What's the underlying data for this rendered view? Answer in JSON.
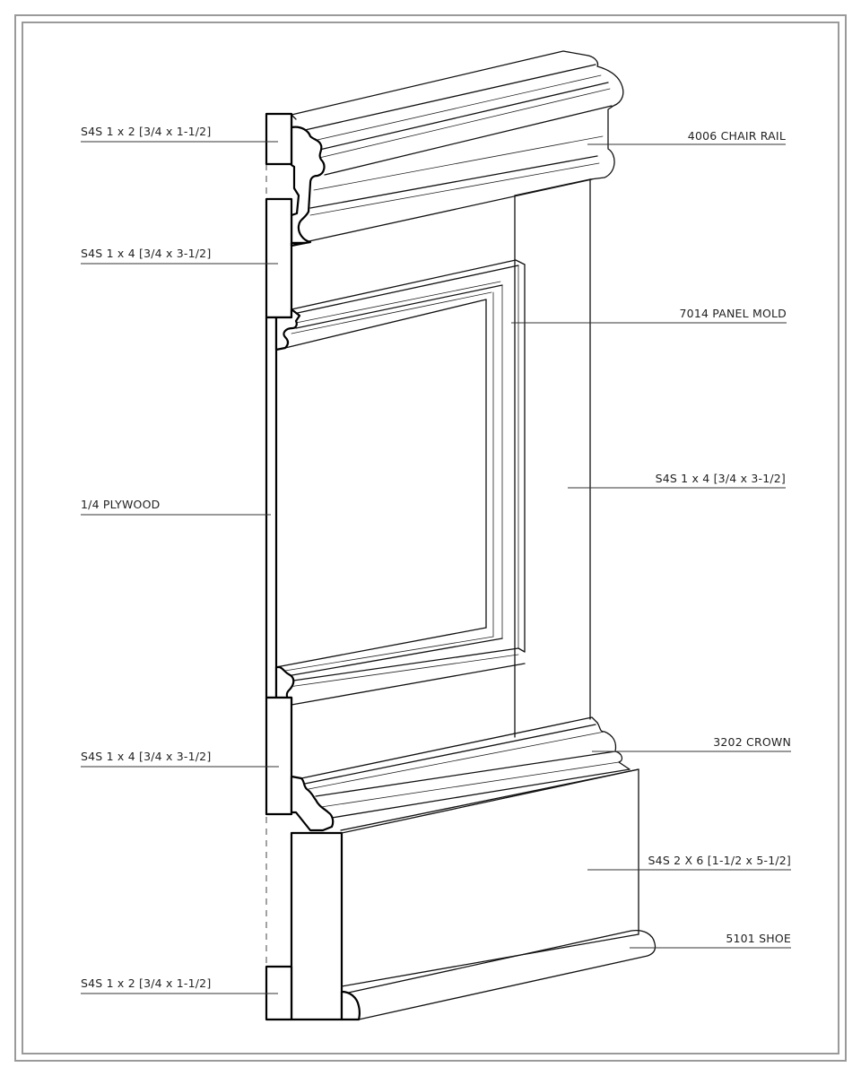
{
  "labels": {
    "left_top_nailer": "S4S 1 x 2 [3/4 x 1-1/2]",
    "left_upper_rail": "S4S 1 x 4 [3/4 x 3-1/2]",
    "left_plywood": "1/4 PLYWOOD",
    "left_lower_rail": "S4S 1 x 4 [3/4 x 3-1/2]",
    "left_bottom_nailer": "S4S 1 x 2 [3/4 x 1-1/2]",
    "right_chair_rail": "4006 CHAIR RAIL",
    "right_panel_mold": "7014 PANEL MOLD",
    "right_stile": "S4S 1 x 4 [3/4 x 3-1/2]",
    "right_crown": "3202 CROWN",
    "right_baseboard": "S4S 2 X 6 [1-1/2 x 5-1/2]",
    "right_shoe": "5101 SHOE"
  }
}
